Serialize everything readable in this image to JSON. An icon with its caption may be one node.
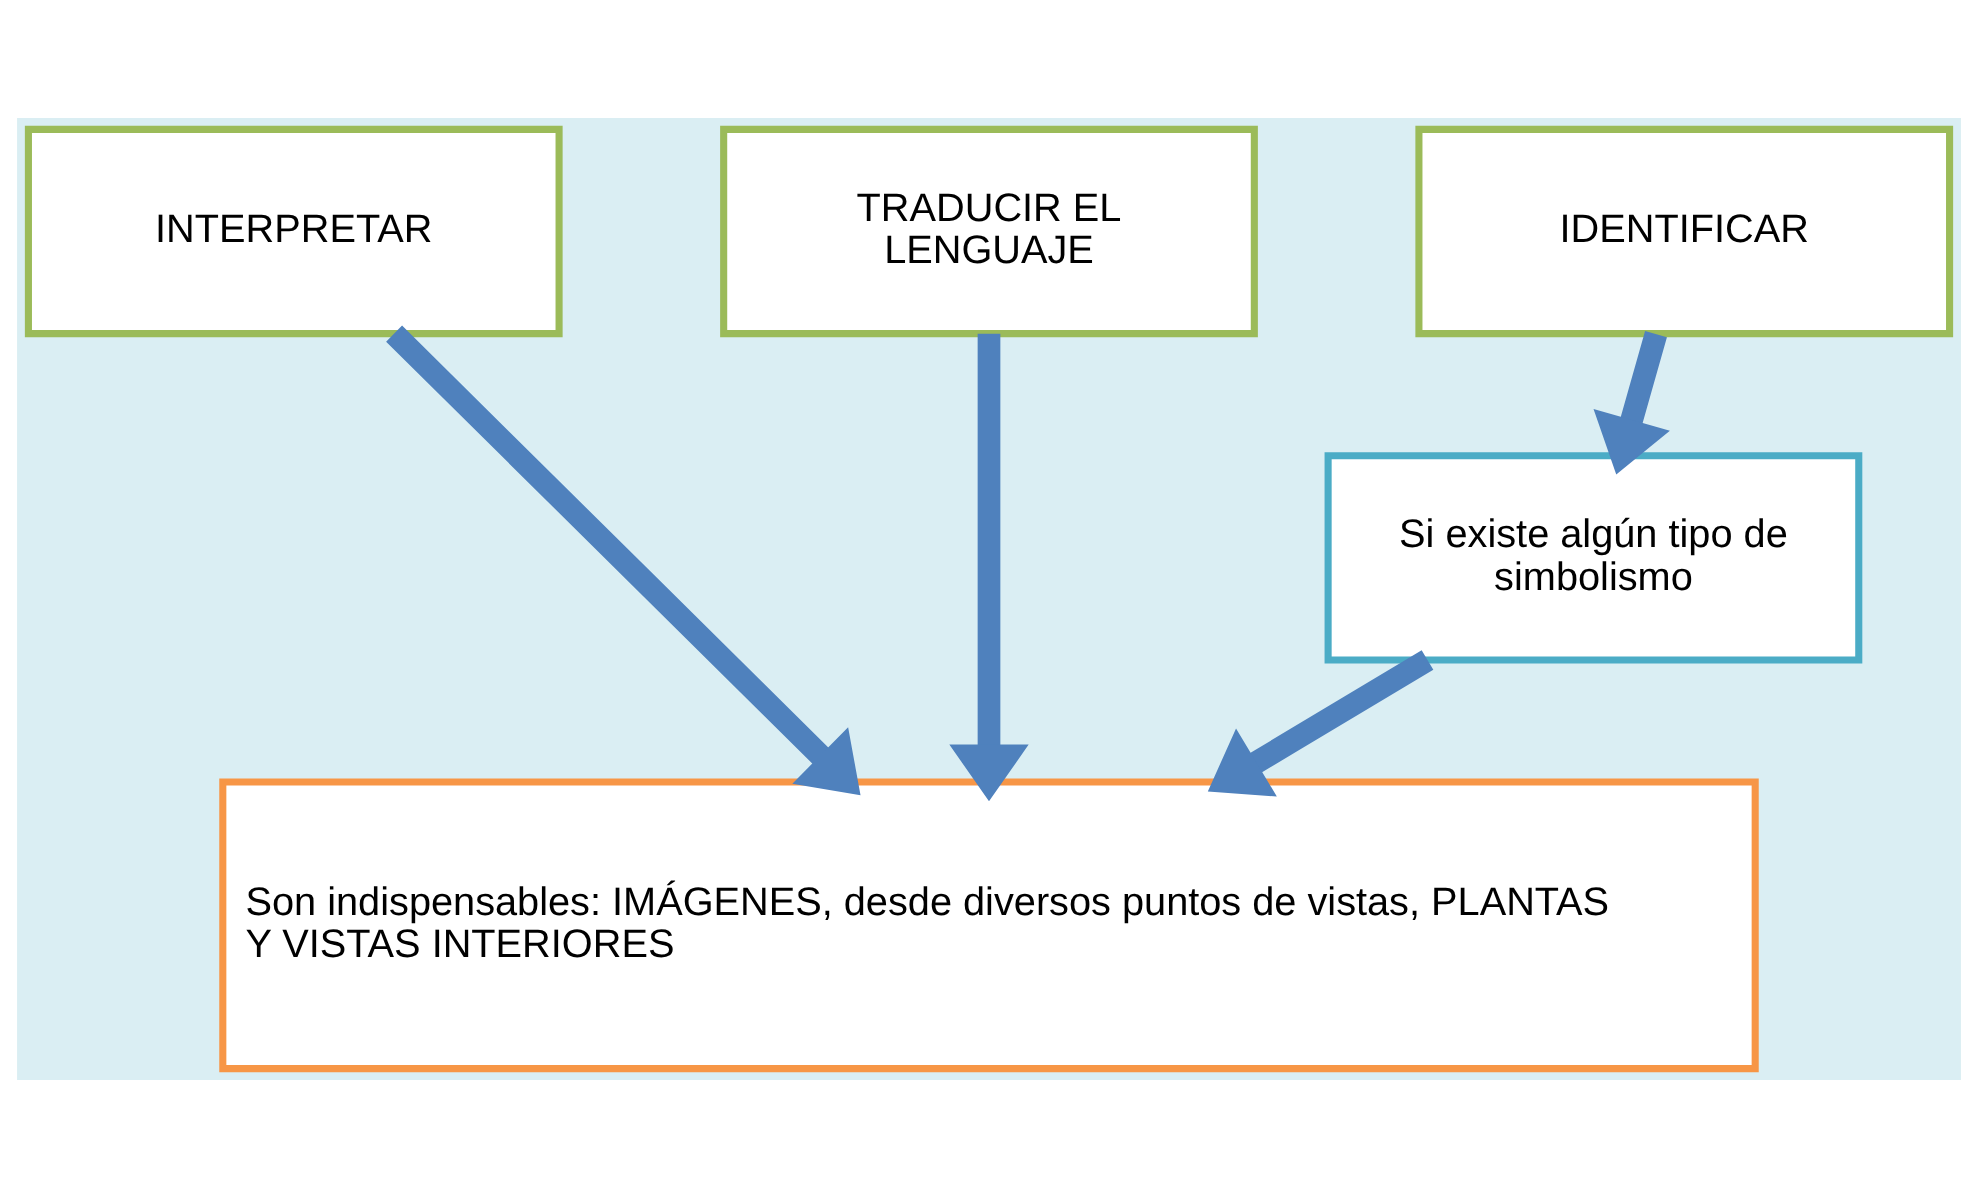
{
  "diagram": {
    "nodes": [
      {
        "text": [
          "INTERPRETAR"
        ]
      },
      {
        "text": [
          "IDENTIFICAR"
        ]
      },
      {
        "text": [
          "TRADUCIR EL LENGUAJE"
        ]
      },
      {
        "text": [
          "Si existe algún tipo de simbolismo"
        ]
      },
      {
        "text": [
          "Son indispensables: IMÁGENES, desde diversos puntos de vistas, PLANTAS Y VISTAS INTERIORES"
        ]
      }
    ],
    "edges": [
      {
        "from": 0,
        "to": 4,
        "arrow": "to"
      },
      {
        "from": 1,
        "to": 3,
        "arrow": "to"
      },
      {
        "from": 2,
        "to": 4,
        "arrow": "to"
      },
      {
        "from": 3,
        "to": 4,
        "arrow": "to"
      }
    ]
  }
}
